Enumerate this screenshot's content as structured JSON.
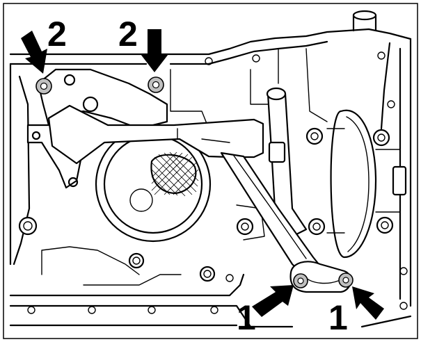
{
  "figure": {
    "callouts": [
      {
        "label": "2"
      },
      {
        "label": "2"
      },
      {
        "label": "1"
      },
      {
        "label": "1"
      }
    ]
  },
  "colors": {
    "line": "#000000",
    "background": "#ffffff",
    "bolt_highlight": "#bfbfbf"
  }
}
